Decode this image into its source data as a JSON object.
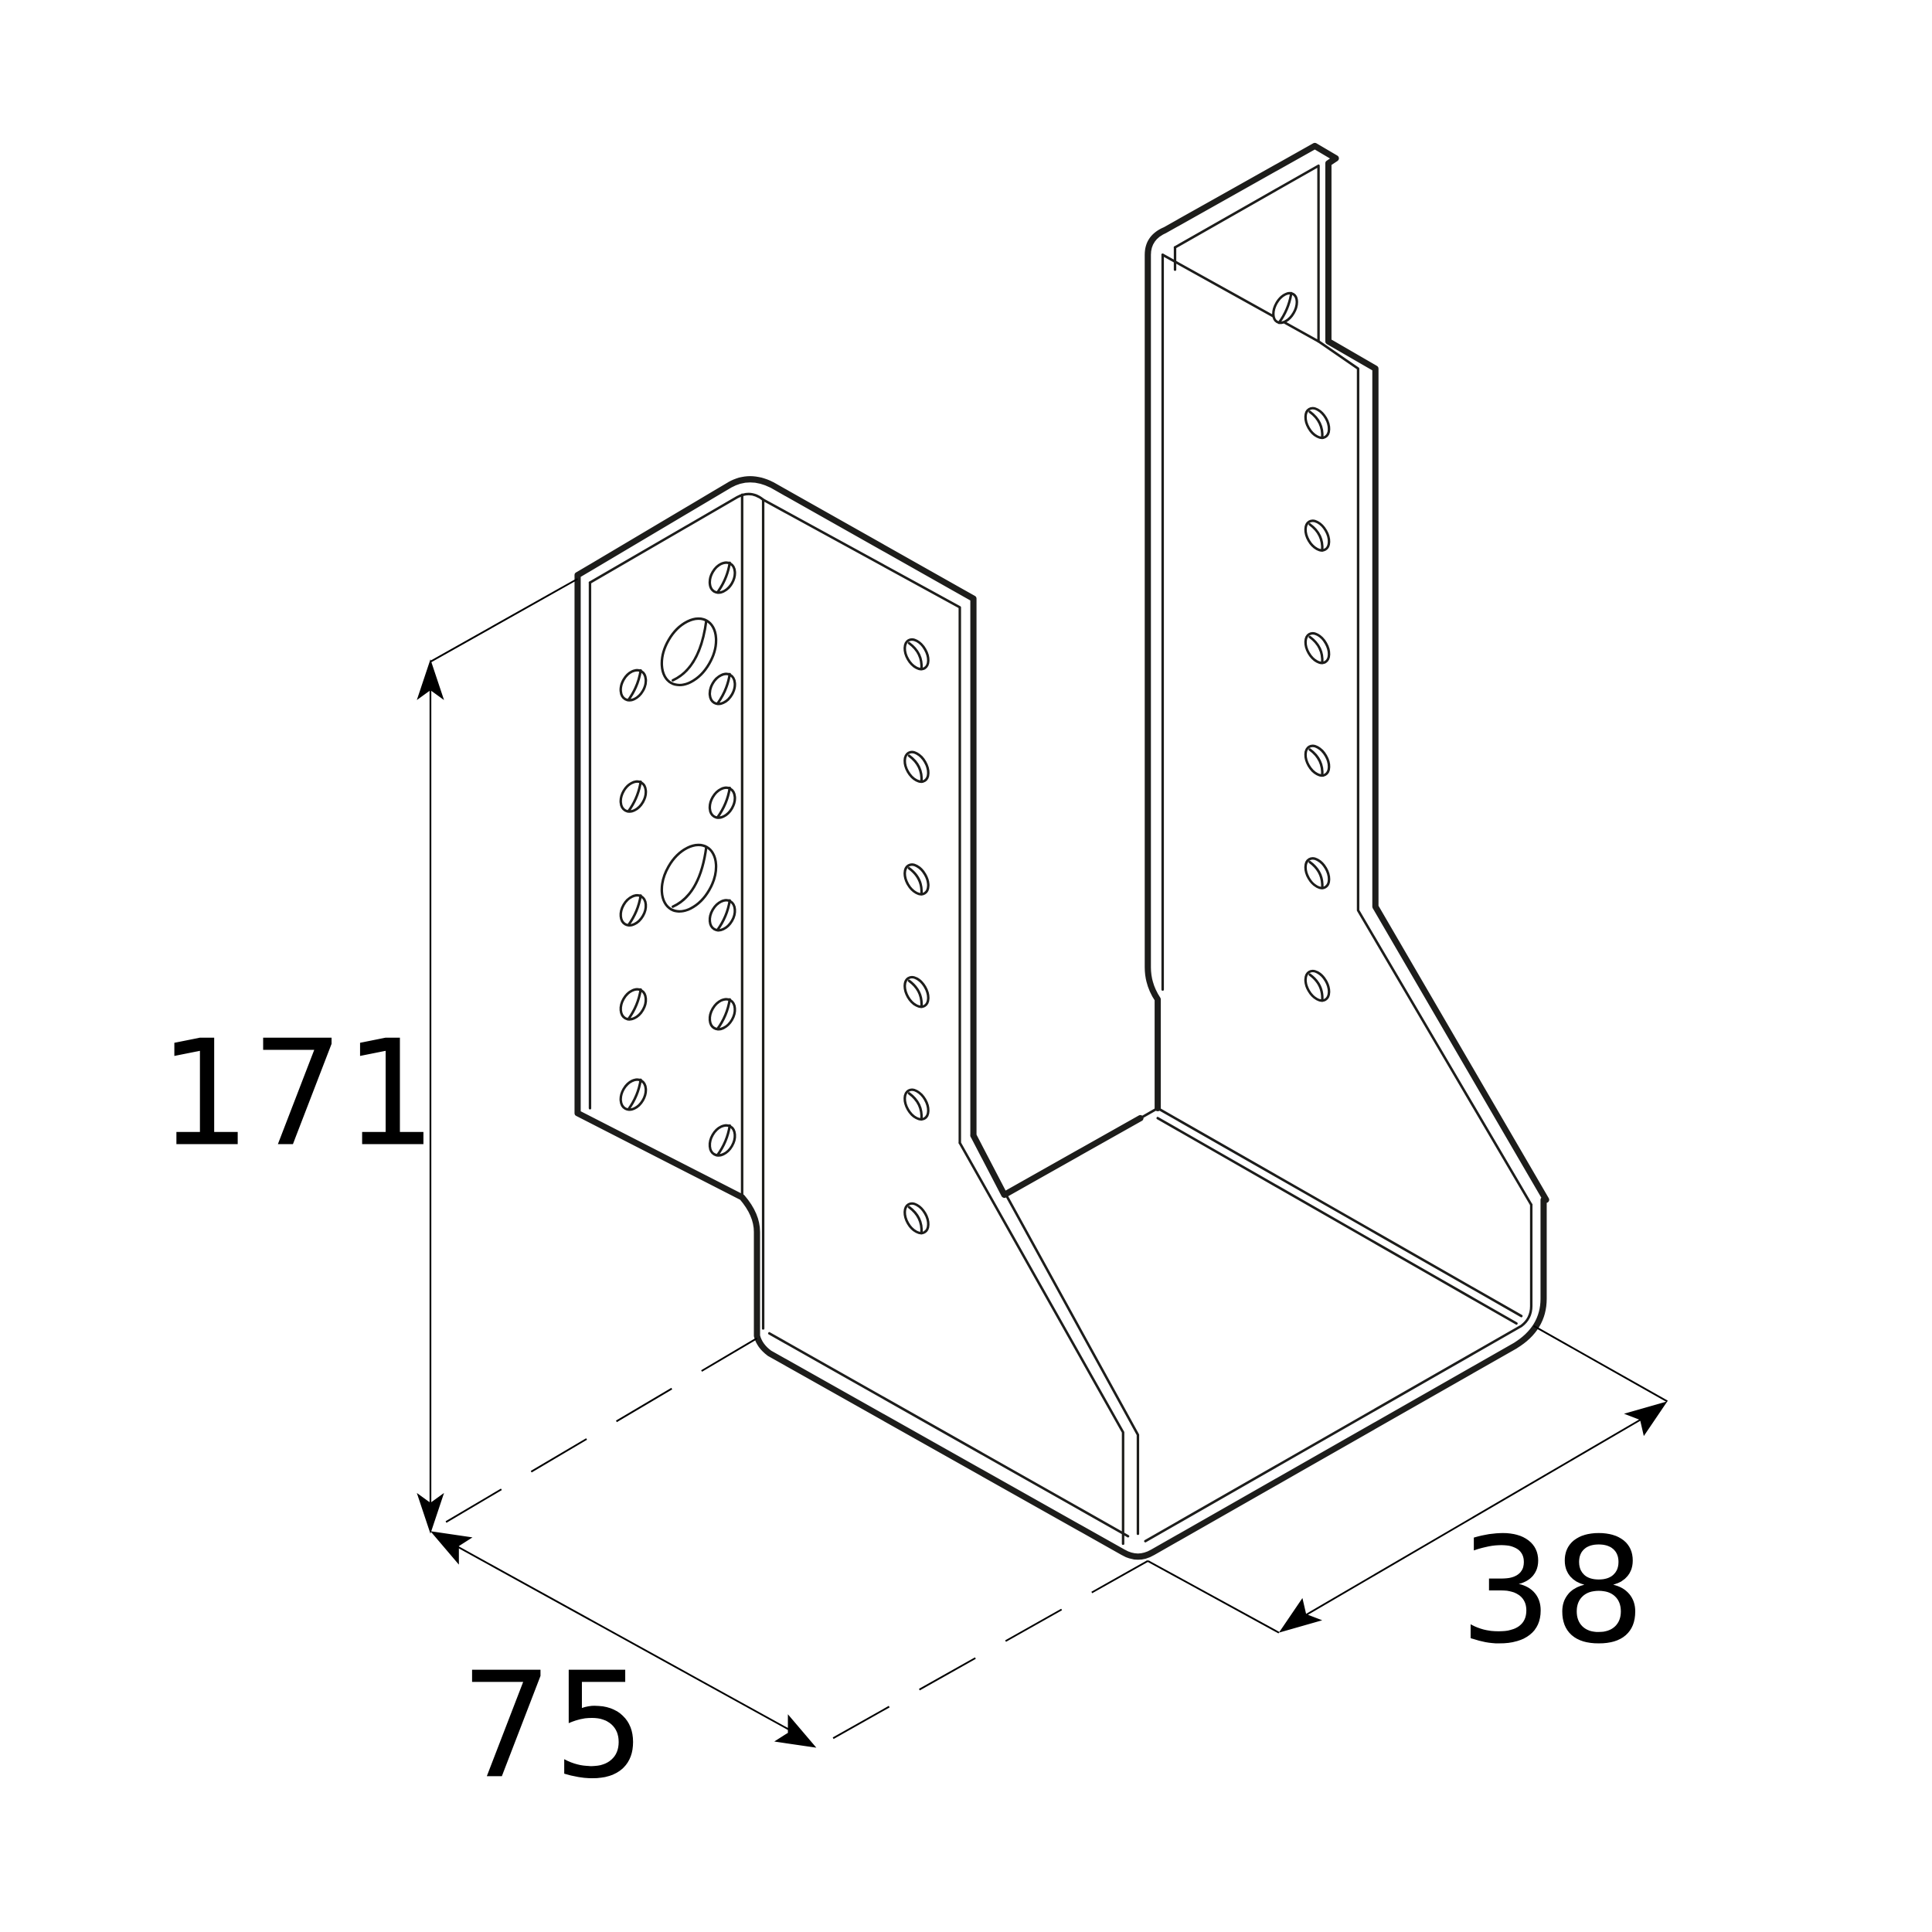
{
  "drawing": {
    "title": "Joist hanger (beam hanger) – isometric dimension drawing",
    "line_color": "#1d1d1b",
    "background": "#ffffff"
  },
  "dimensions": {
    "height": {
      "value": "171",
      "axis": "vertical"
    },
    "width": {
      "value": "75",
      "axis": "left-isometric"
    },
    "depth": {
      "value": "38",
      "axis": "right-isometric"
    }
  },
  "features": {
    "left_flange_holes_small": 10,
    "left_flange_holes_large": 2,
    "left_side_wall_holes": 6,
    "right_flange_holes": 7
  }
}
